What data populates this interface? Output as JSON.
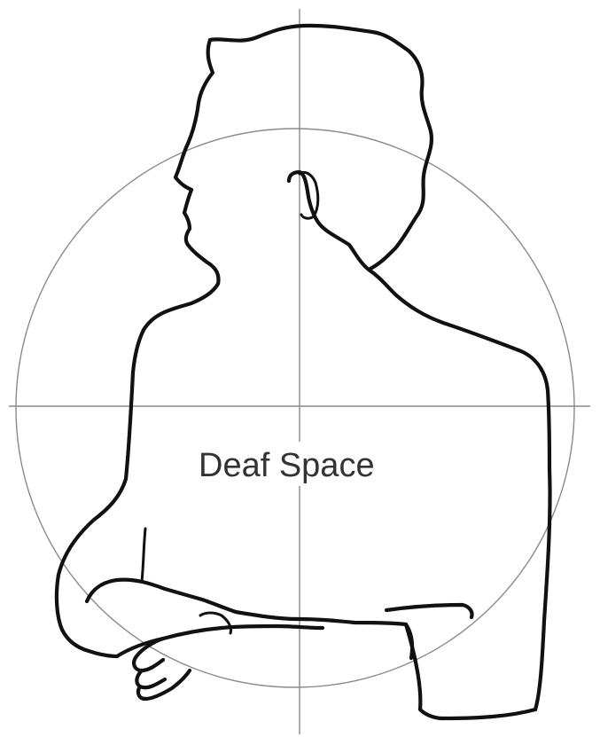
{
  "diagram": {
    "label": "Deaf Space",
    "colors": {
      "background": "#ffffff",
      "figure_stroke": "#111111",
      "guide_stroke": "#8a8a8a",
      "label_text": "#333333"
    },
    "elements": [
      "signing-space-circle",
      "vertical-axis",
      "horizontal-axis",
      "person-silhouette"
    ]
  }
}
